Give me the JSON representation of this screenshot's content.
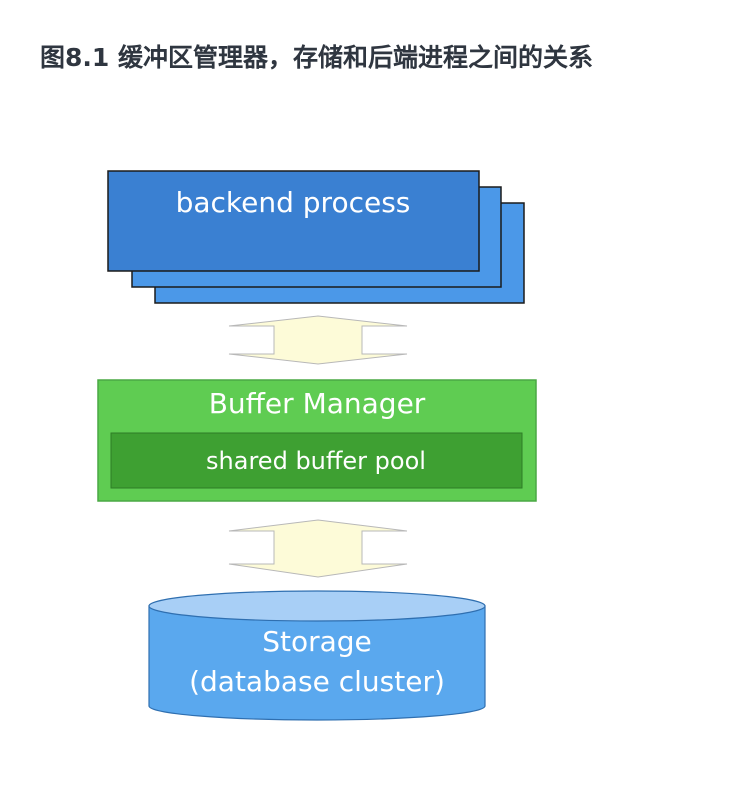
{
  "caption": "图8.1 缓冲区管理器，存储和后端进程之间的关系",
  "diagram": {
    "backend": {
      "label": "backend process",
      "color": "#3a80d2",
      "back_color": "#4b98e8"
    },
    "buffer_manager": {
      "label": "Buffer Manager",
      "color": "#5fcc52"
    },
    "buffer_pool": {
      "label": "shared buffer pool",
      "color": "#3ea032"
    },
    "storage": {
      "label_line1": "Storage",
      "label_line2": "(database cluster)",
      "color": "#5aa8ee",
      "top_color": "#a8cff6"
    },
    "arrow_color": "#fdfbd8"
  }
}
